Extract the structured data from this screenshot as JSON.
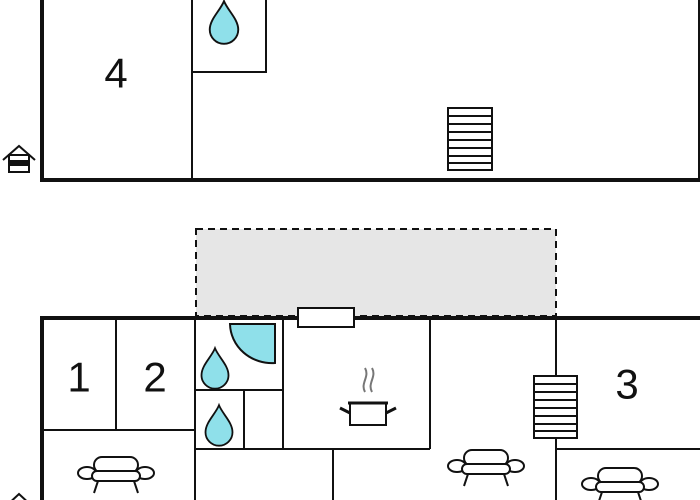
{
  "floors": [
    {
      "name": "upper-floor",
      "rooms": [
        {
          "id": "room-4",
          "label": "4"
        }
      ]
    },
    {
      "name": "ground-floor",
      "rooms": [
        {
          "id": "room-1",
          "label": "1"
        },
        {
          "id": "room-2",
          "label": "2"
        },
        {
          "id": "room-3",
          "label": "3"
        }
      ]
    }
  ],
  "icons": {
    "water": "water-drop-icon",
    "shower": "shower-icon",
    "stairs": "stairs-icon",
    "cooking": "cooking-pot-icon",
    "seating": "armchair-icon",
    "window": "window-icon",
    "entrance": "house-entrance-icon"
  },
  "colors": {
    "water": "#8fe0ea",
    "terrace": "#e6e6e6",
    "wall": "#111111"
  }
}
